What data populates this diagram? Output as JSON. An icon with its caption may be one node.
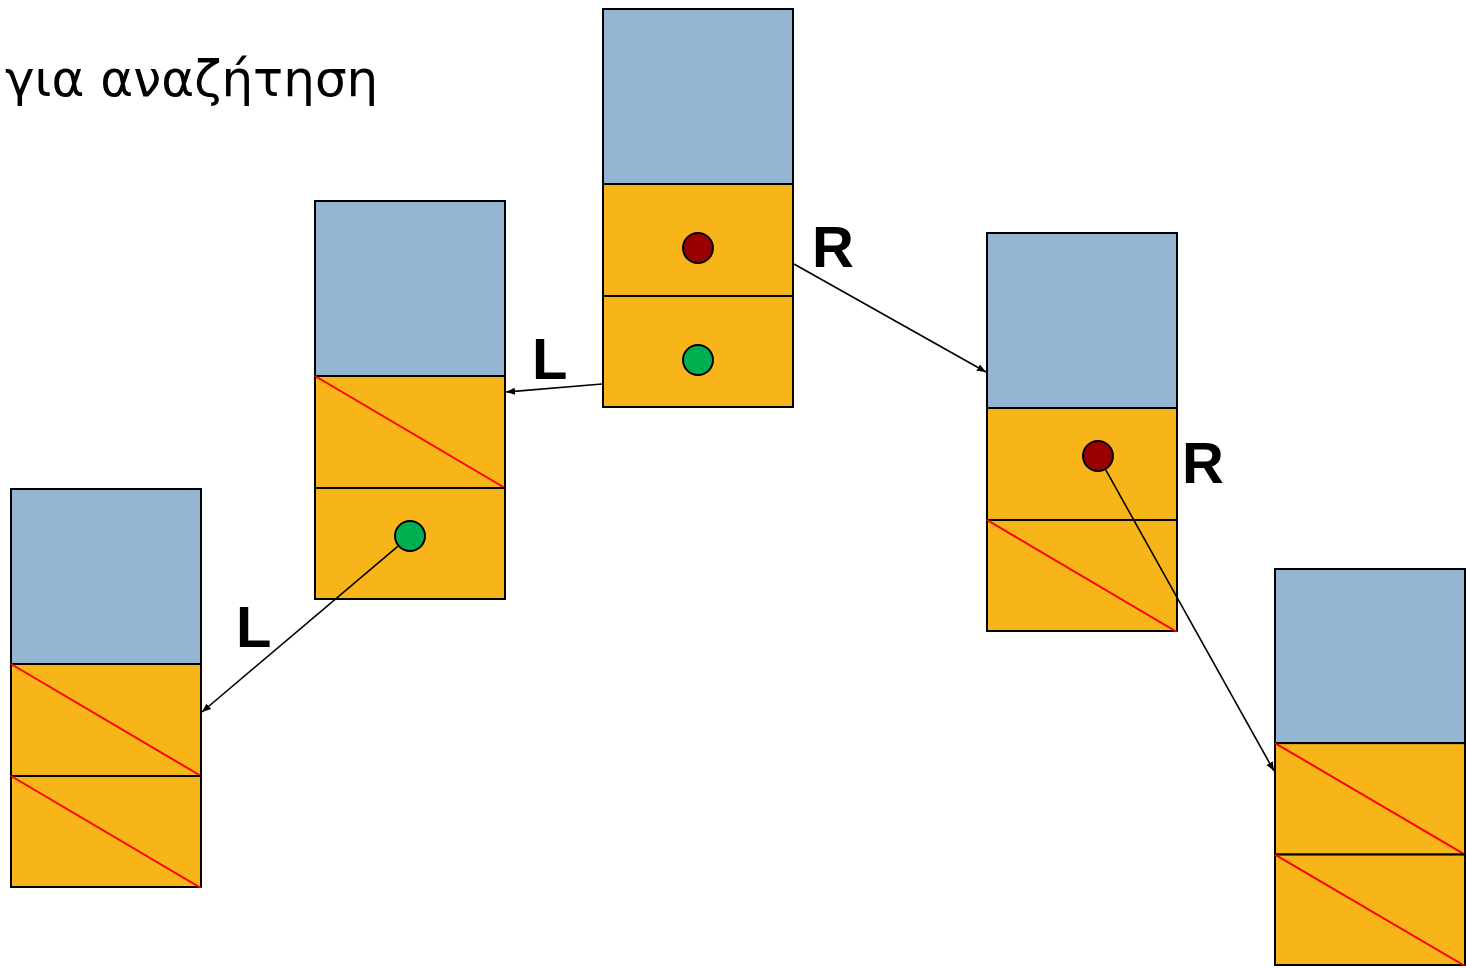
{
  "diagram": {
    "nodes": [
      {
        "text": [],
        "shape": "box"
      },
      {
        "text": [],
        "shape": "box"
      },
      {
        "text": [],
        "shape": "box"
      },
      {
        "text": [],
        "shape": "box"
      },
      {
        "text": [],
        "shape": "box"
      },
      {
        "text": [],
        "shape": "circle",
        "in": 0
      },
      {
        "text": [],
        "shape": "circle",
        "in": 0
      },
      {
        "text": [],
        "shape": "circle",
        "in": 1
      },
      {
        "text": [],
        "shape": "circle",
        "in": 2
      }
    ],
    "edges": [
      {
        "from": 0,
        "to": 1,
        "arrow": "to",
        "label": "L"
      },
      {
        "from": 0,
        "to": 2,
        "arrow": "to",
        "label": "R"
      },
      {
        "from": 7,
        "to": 3,
        "arrow": "to",
        "label": "L"
      },
      {
        "from": 8,
        "to": 4,
        "arrow": "to",
        "label": "R"
      }
    ],
    "labels": [
      "για αναζήτηση"
    ]
  }
}
